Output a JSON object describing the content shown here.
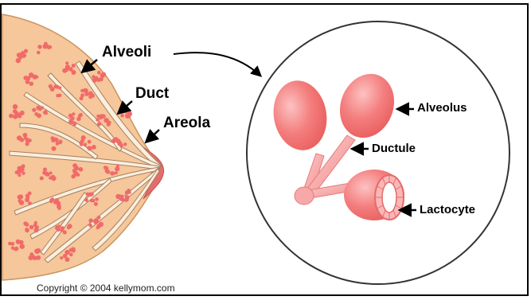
{
  "labels": {
    "alveoli": "Alveoli",
    "duct": "Duct",
    "areola": "Areola",
    "alveolus": "Alveolus",
    "ductule": "Ductule",
    "lactocyte": "Lactocyte"
  },
  "copyright": "Copyright © 2004 kellymom.com",
  "colors": {
    "skin": "#f5c79a",
    "skin_edge": "#c99460",
    "duct": "#fbeedd",
    "duct_edge": "#b08a66",
    "alveoli_dots": "#f16a6a",
    "areola": "#e36d6d",
    "lobe": "#f47e7e",
    "lobe_light": "#fbb7b7",
    "frame": "#000000"
  },
  "icons": [
    "arrow-left-icon",
    "curved-arrow-icon"
  ]
}
